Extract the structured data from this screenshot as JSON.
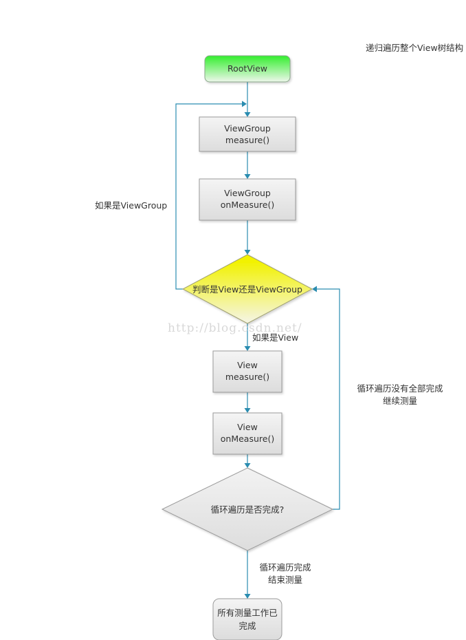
{
  "diagram": {
    "top_note": "递归遍历整个View树结构",
    "watermark": "http://blog.csdn.net/",
    "nodes": {
      "root_view": "RootView",
      "viewgroup_measure": [
        "ViewGroup",
        "measure()"
      ],
      "viewgroup_onmeasure": [
        "ViewGroup",
        "onMeasure()"
      ],
      "decision_view_or_group": "判断是View还是ViewGroup",
      "view_measure": [
        "View",
        "measure()"
      ],
      "view_onmeasure": [
        "View",
        "onMeasure()"
      ],
      "decision_loop_done": "循环遍历是否完成?",
      "end": [
        "所有测量工作已",
        "完成"
      ]
    },
    "edge_labels": {
      "if_viewgroup": "如果是ViewGroup",
      "if_view": "如果是View",
      "loop_not_done": [
        "循环遍历没有全部完成",
        "继续测量"
      ],
      "loop_done": [
        "循环遍历完成",
        "结束测量"
      ]
    },
    "colors": {
      "edge": "#2a8cb0",
      "box_fill_top": "#f4f4f4",
      "box_fill_bottom": "#dcdcdc",
      "box_stroke": "#9a9a9a",
      "root_fill_top": "#33ee2e",
      "root_fill_bottom": "#eef7ec",
      "decision_fill_top": "#f2f200",
      "decision_fill_bottom": "#f5f5e8"
    }
  }
}
